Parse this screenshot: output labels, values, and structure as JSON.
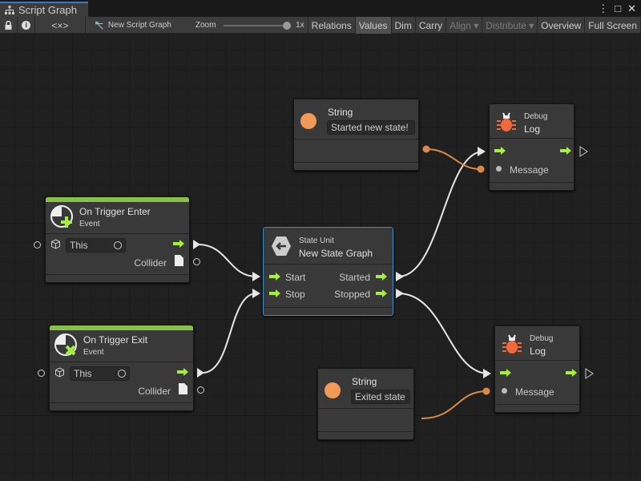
{
  "tab": {
    "title": "Script Graph",
    "icon": "hierarchy-icon"
  },
  "window": {
    "menu": "⋮",
    "maximize": "□",
    "close": "✕"
  },
  "toolbar": {
    "info": "i",
    "code": "<×>",
    "graph_name": "New Script Graph",
    "zoom_label": "Zoom",
    "zoom_value": "1x",
    "zoom_level": 1.0,
    "buttons": [
      {
        "label": "Relations"
      },
      {
        "label": "Values",
        "active": true
      },
      {
        "label": "Dim"
      },
      {
        "label": "Carry"
      },
      {
        "label": "Align ▾",
        "disabled": true
      },
      {
        "label": "Distribute ▾",
        "disabled": true
      },
      {
        "label": "Overview"
      },
      {
        "label": "Full Screen"
      }
    ]
  },
  "colors": {
    "flow": "#a4f03c",
    "string": "#f29a55",
    "event": "#86c14c",
    "selected": "#3a8fc8",
    "bug": "#f06a3c"
  },
  "nodes": {
    "trigger_enter": {
      "title": "On Trigger Enter",
      "subtitle": "Event",
      "target": "This",
      "output": "Collider"
    },
    "trigger_exit": {
      "title": "On Trigger Exit",
      "subtitle": "Event",
      "target": "This",
      "output": "Collider"
    },
    "state_unit": {
      "subtitle": "State Unit",
      "title": "New  State  Graph",
      "in1": "Start",
      "in2": "Stop",
      "out1": "Started",
      "out2": "Stopped"
    },
    "string1": {
      "title": "String",
      "value": "Started new state!"
    },
    "string2": {
      "title": "String",
      "value": "Exited state"
    },
    "log1": {
      "subtitle": "Debug",
      "title": "Log",
      "input": "Message"
    },
    "log2": {
      "subtitle": "Debug",
      "title": "Log",
      "input": "Message"
    }
  }
}
